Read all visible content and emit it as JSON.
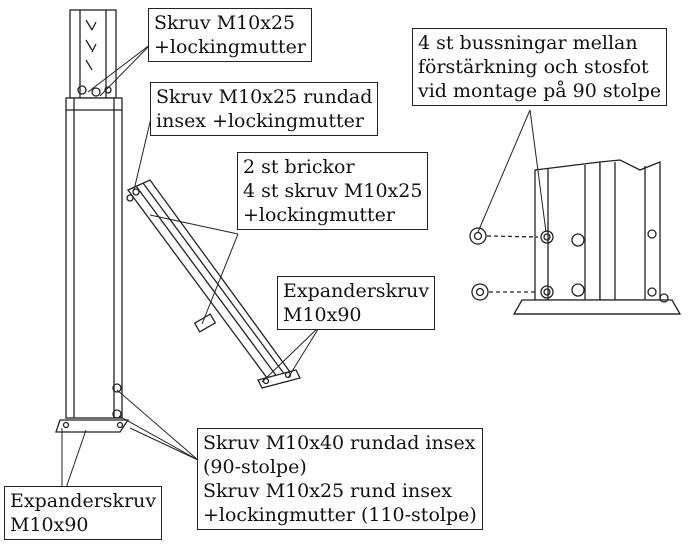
{
  "labels": {
    "top_screw": {
      "lines": [
        "Skruv M10x25",
        "+lockingmutter"
      ]
    },
    "rounded_screw": {
      "lines": [
        "Skruv M10x25 rundad",
        "insex +lockingmutter"
      ]
    },
    "washers": {
      "lines": [
        "2 st brickor",
        "4 st skruv M10x25",
        "+lockingmutter"
      ]
    },
    "expander_right": {
      "lines": [
        "Expanderskruv",
        "M10x90"
      ]
    },
    "bushings": {
      "lines": [
        "4 st bussningar mellan",
        "förstärkning och stosfot",
        "vid montage på 90 stolpe"
      ]
    },
    "base_screws": {
      "lines": [
        "Skruv M10x40 rundad insex",
        "(90-stolpe)",
        "Skruv M10x25 rund insex",
        "+lockingmutter (110-stolpe)"
      ]
    },
    "expander_left": {
      "lines": [
        "Expanderskruv",
        "M10x90"
      ]
    }
  }
}
